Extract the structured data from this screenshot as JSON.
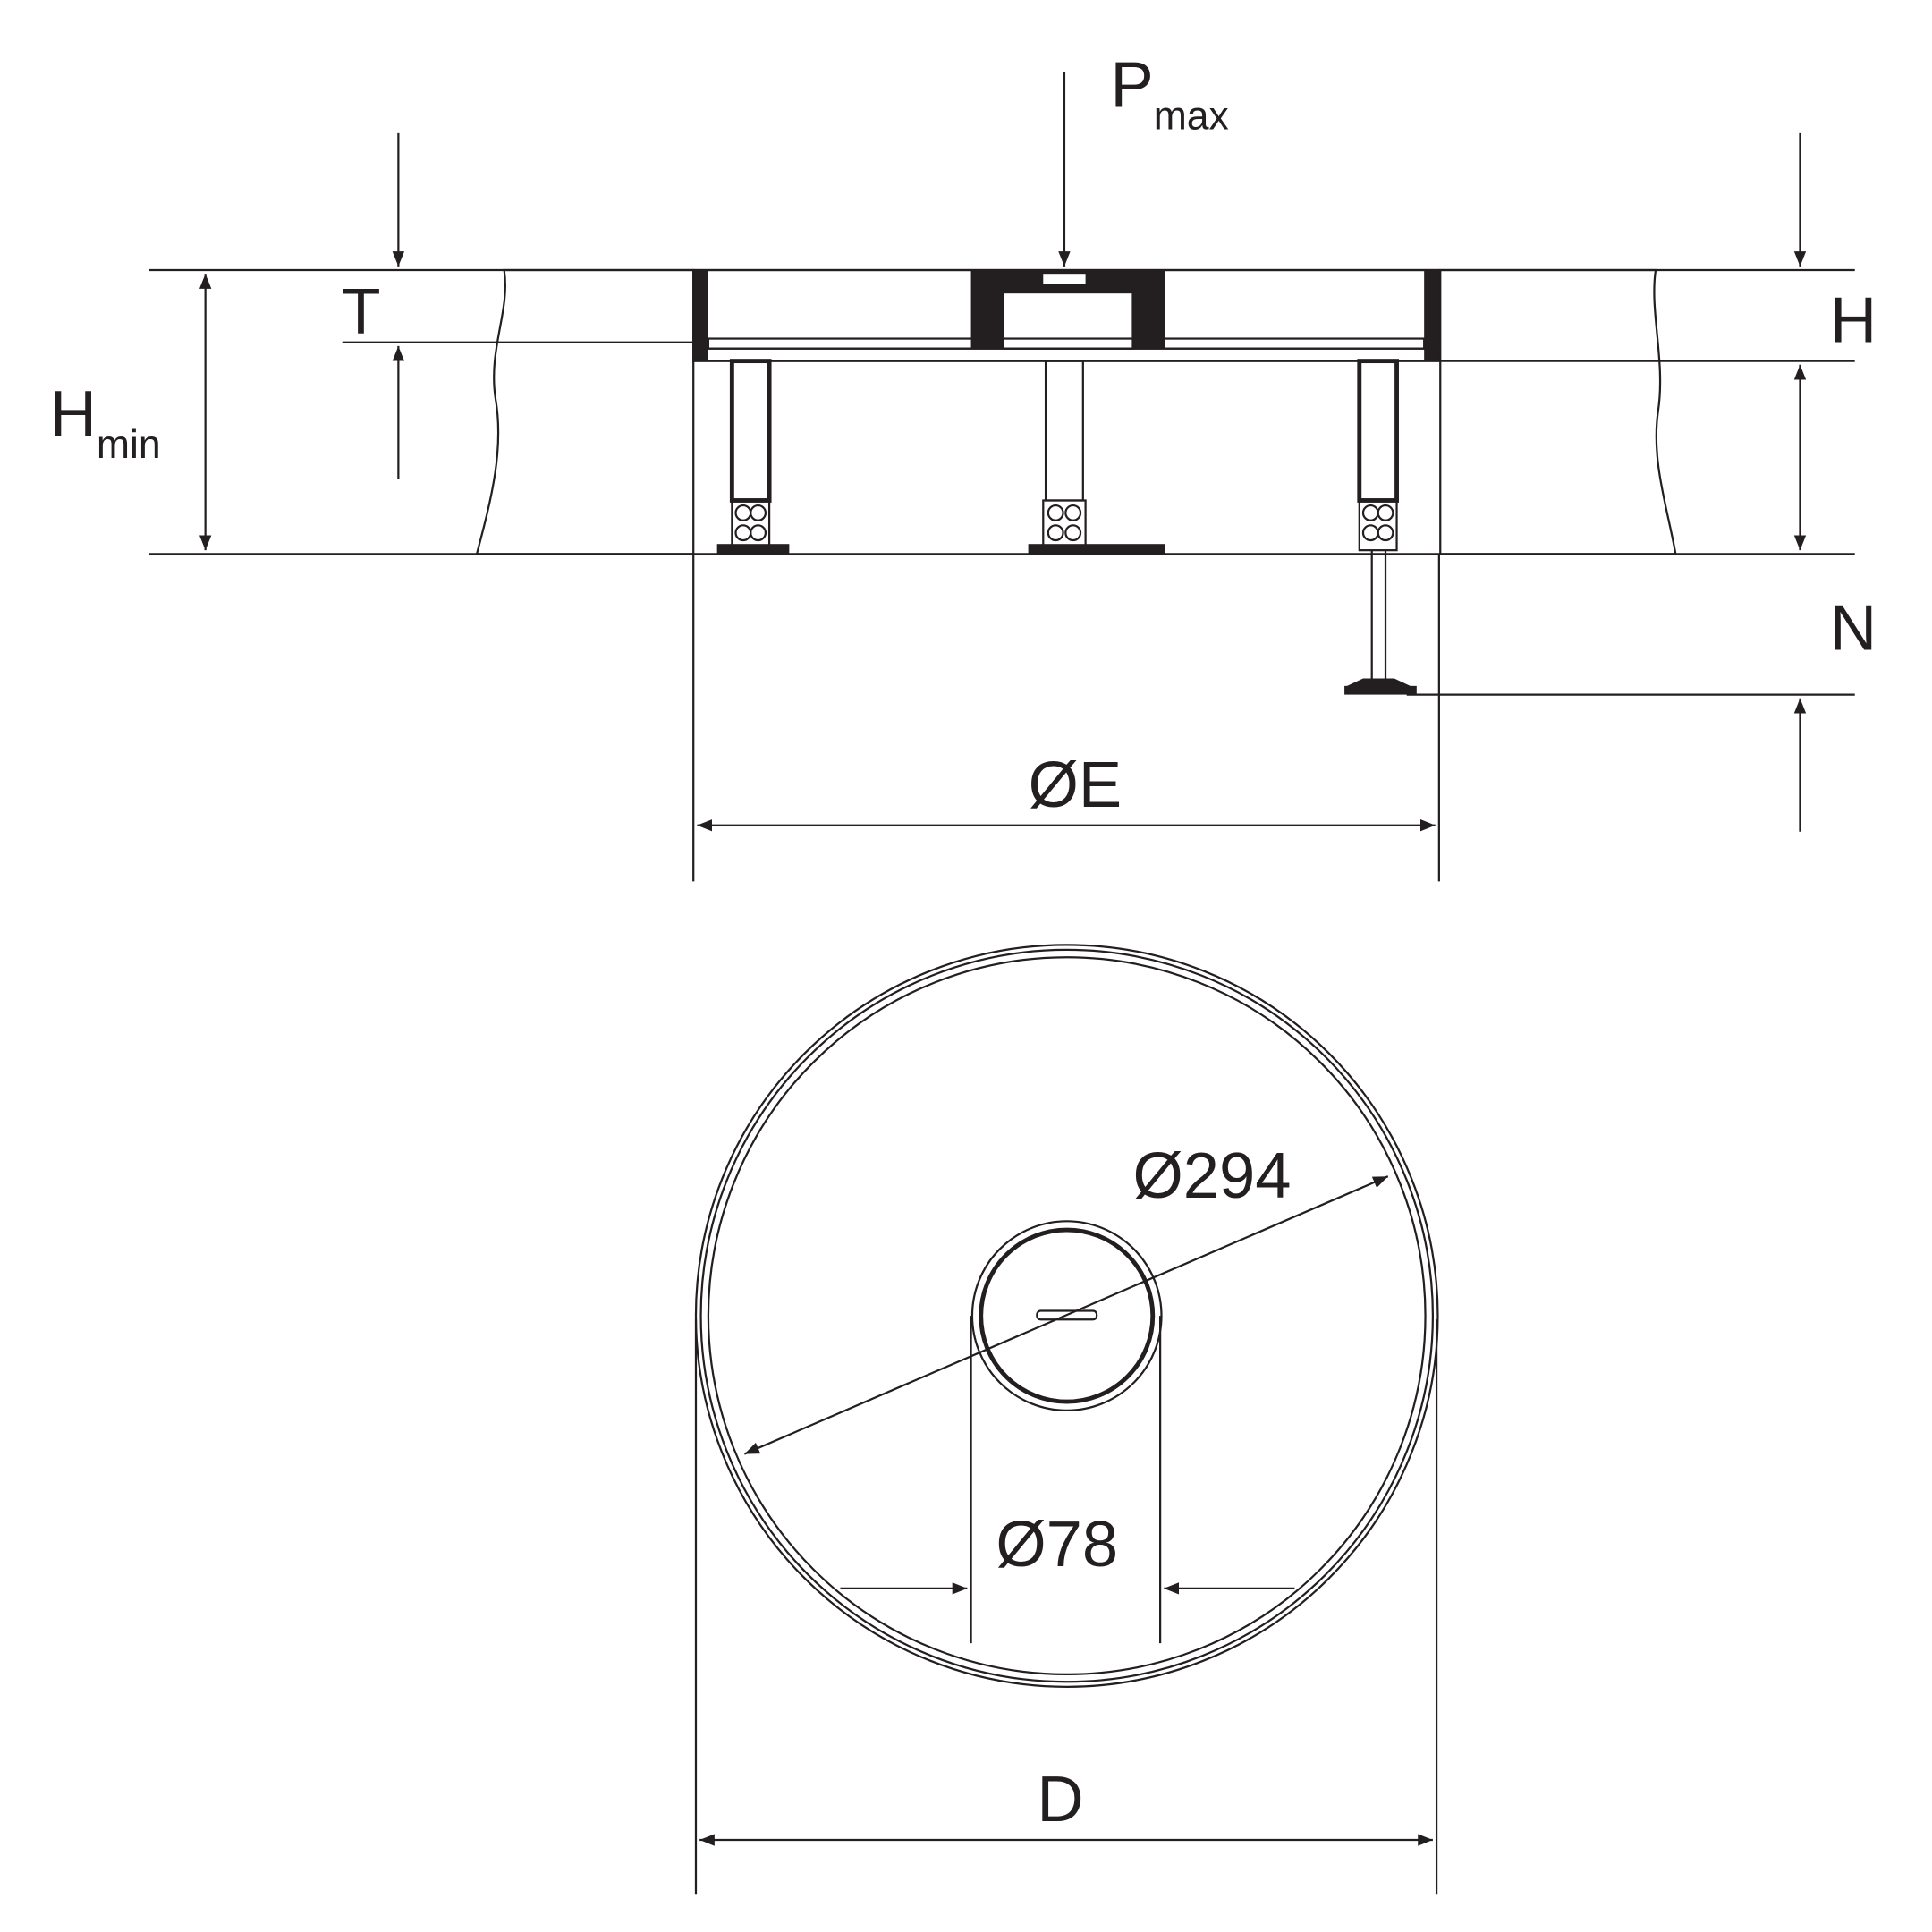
{
  "labels": {
    "p": "P",
    "p_sub": "max",
    "t": "T",
    "h_min": "H",
    "h_min_sub": "min",
    "h": "H",
    "n": "N",
    "e": "ØE",
    "d294": "Ø294",
    "d78": "Ø78",
    "d": "D"
  },
  "colors": {
    "line": "#231f20",
    "background": "#ffffff"
  }
}
